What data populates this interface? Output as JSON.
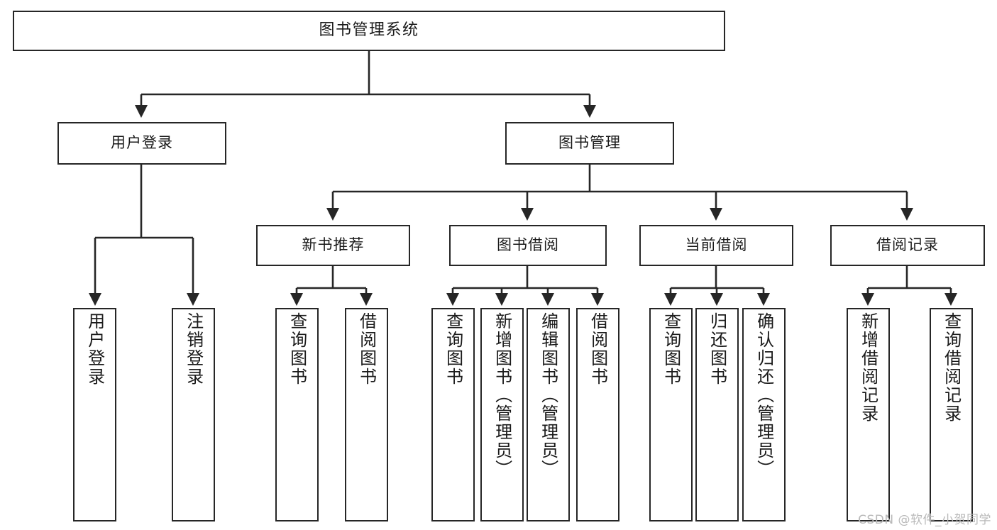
{
  "diagram": {
    "type": "tree-hierarchy",
    "title": "图书管理系统",
    "watermark": "CSDN @软件_小贺同学",
    "colors": {
      "background": "#ffffff",
      "stroke": "#262626",
      "text": "#1a1a1a",
      "watermark": "#b9b9b9"
    },
    "nodes": {
      "root": {
        "label": "图书管理系统"
      },
      "level2": [
        {
          "id": "user-login",
          "label": "用户登录"
        },
        {
          "id": "book-manage",
          "label": "图书管理"
        }
      ],
      "level3": [
        {
          "id": "new-book-recommend",
          "label": "新书推荐"
        },
        {
          "id": "book-borrow",
          "label": "图书借阅"
        },
        {
          "id": "current-borrow",
          "label": "当前借阅"
        },
        {
          "id": "borrow-record",
          "label": "借阅记录"
        }
      ],
      "leaves": {
        "user_login": [
          {
            "id": "leaf-user-login",
            "label": "用户登录"
          },
          {
            "id": "leaf-logout",
            "label": "注销登录"
          }
        ],
        "new_book_recommend": [
          {
            "id": "leaf-query-book-1",
            "label": "查询图书"
          },
          {
            "id": "leaf-borrow-book-1",
            "label": "借阅图书"
          }
        ],
        "book_borrow": [
          {
            "id": "leaf-query-book-2",
            "label": "查询图书"
          },
          {
            "id": "leaf-add-book",
            "label": "新增图书（管理员）"
          },
          {
            "id": "leaf-edit-book",
            "label": "编辑图书（管理员）"
          },
          {
            "id": "leaf-borrow-book-2",
            "label": "借阅图书"
          }
        ],
        "current_borrow": [
          {
            "id": "leaf-query-book-3",
            "label": "查询图书"
          },
          {
            "id": "leaf-return-book",
            "label": "归还图书"
          },
          {
            "id": "leaf-confirm-return",
            "label": "确认归还（管理员）"
          }
        ],
        "borrow_record": [
          {
            "id": "leaf-add-record",
            "label": "新增借阅记录"
          },
          {
            "id": "leaf-query-record",
            "label": "查询借阅记录"
          }
        ]
      }
    }
  }
}
